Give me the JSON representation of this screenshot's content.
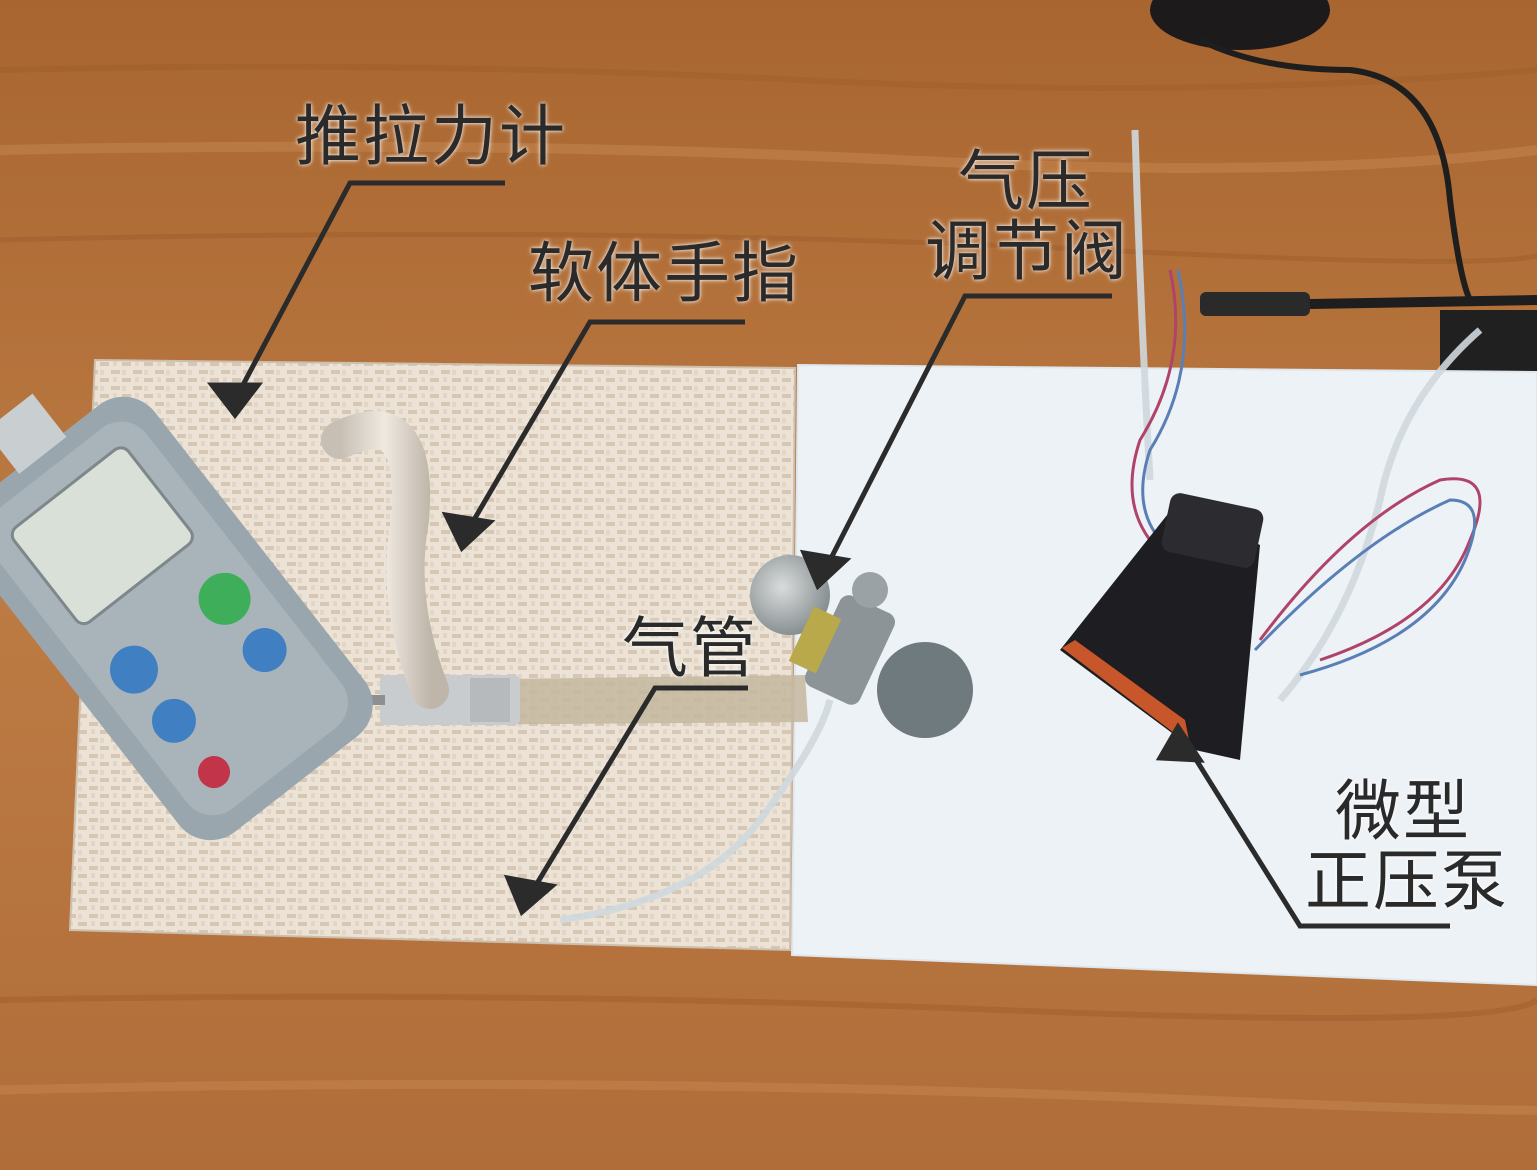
{
  "labels": {
    "push_pull_gauge": "推拉力计",
    "soft_finger": "软体手指",
    "pressure_valve_line1": "气压",
    "pressure_valve_line2": "调节阀",
    "air_tube": "气管",
    "micro_pump_line1": "微型",
    "micro_pump_line2": "正压泵"
  },
  "colors": {
    "wood": "#b7743e",
    "wood_dark": "#9b5b2b",
    "mat": "#ece3d6",
    "paper": "#edf2f6",
    "leader_line": "#2b2b2b",
    "gauge_body": "#9aa6ad",
    "gauge_screen": "#d8e0d8",
    "button_blue": "#3f7fc2",
    "button_green": "#3fae5a",
    "button_red": "#c2344a",
    "pump": "#1e1e22"
  }
}
